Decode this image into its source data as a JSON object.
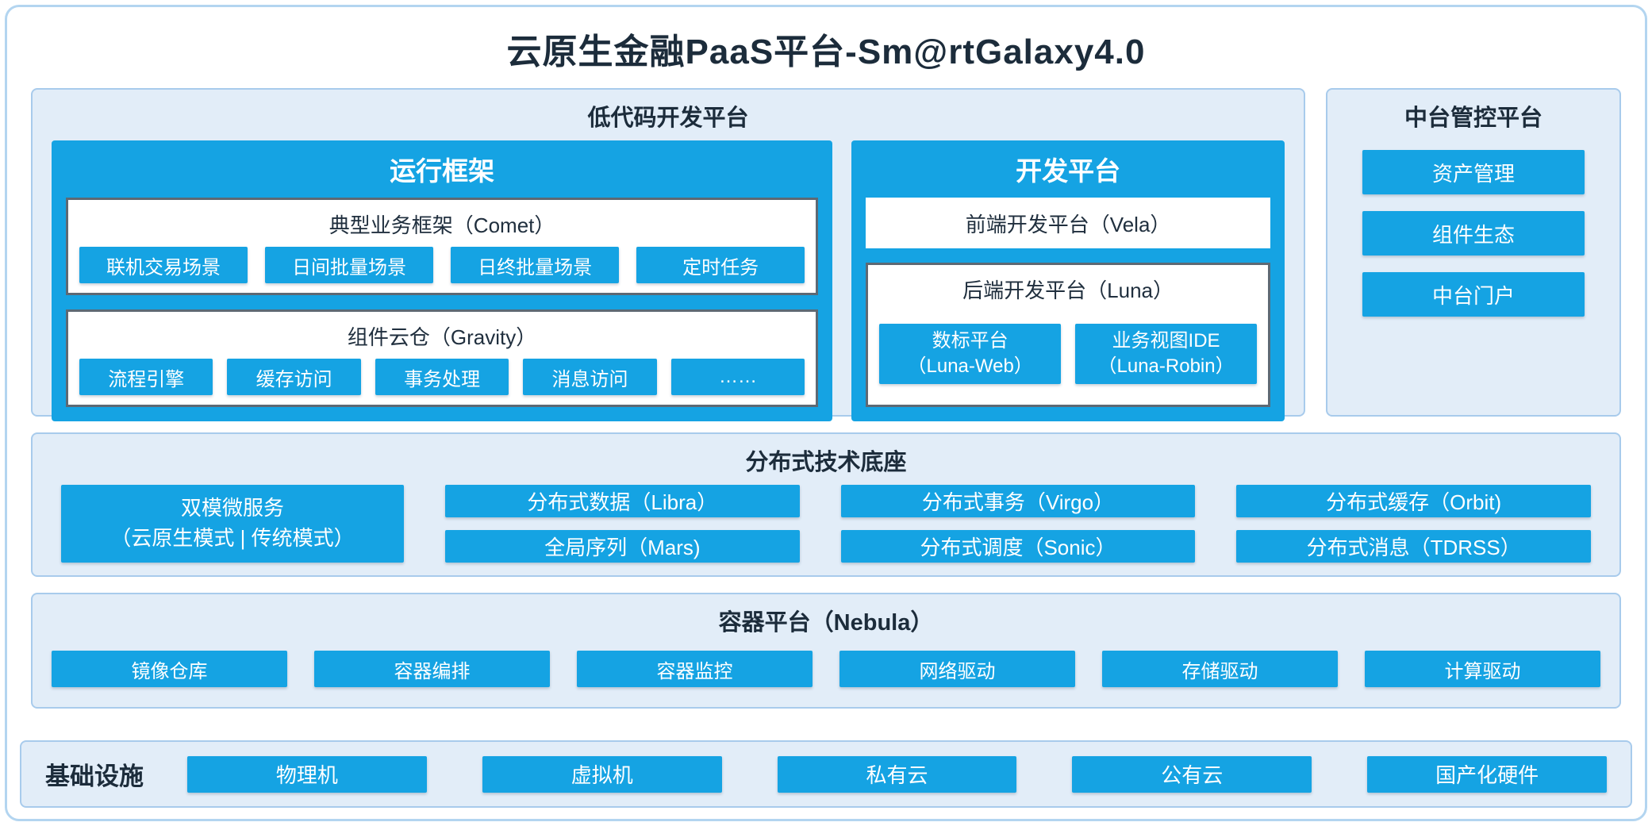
{
  "title": "云原生金融PaaS平台-Sm@rtGalaxy4.0",
  "colors": {
    "accent": "#15a3e3",
    "panel_bg": "#e2edf8",
    "panel_border": "#a8cbec",
    "page_border": "#b3d5f0",
    "dark_border": "#5d6974",
    "text_dark": "#1c2c3b"
  },
  "lowcode": {
    "title": "低代码开发平台",
    "runtime": {
      "title": "运行框架",
      "comet": {
        "title": "典型业务框架（Comet）",
        "items": [
          "联机交易场景",
          "日间批量场景",
          "日终批量场景",
          "定时任务"
        ]
      },
      "gravity": {
        "title": "组件云仓（Gravity）",
        "items": [
          "流程引擎",
          "缓存访问",
          "事务处理",
          "消息访问",
          "……"
        ]
      }
    },
    "dev": {
      "title": "开发平台",
      "vela": "前端开发平台（Vela）",
      "luna": {
        "title": "后端开发平台（Luna）",
        "items": [
          {
            "line1": "数标平台",
            "line2": "（Luna-Web）"
          },
          {
            "line1": "业务视图IDE",
            "line2": "（Luna-Robin）"
          }
        ]
      }
    }
  },
  "midplatform": {
    "title": "中台管控平台",
    "items": [
      "资产管理",
      "组件生态",
      "中台门户"
    ]
  },
  "distributed": {
    "title": "分布式技术底座",
    "dual": {
      "line1": "双模微服务",
      "line2": "（云原生模式 | 传统模式）"
    },
    "row1": [
      "分布式数据（Libra）",
      "分布式事务（Virgo）",
      "分布式缓存（Orbit)"
    ],
    "row2": [
      "全局序列（Mars)",
      "分布式调度（Sonic）",
      "分布式消息（TDRSS）"
    ]
  },
  "container": {
    "title": "容器平台（Nebula）",
    "items": [
      "镜像仓库",
      "容器编排",
      "容器监控",
      "网络驱动",
      "存储驱动",
      "计算驱动"
    ]
  },
  "infra": {
    "title": "基础设施",
    "items": [
      "物理机",
      "虚拟机",
      "私有云",
      "公有云",
      "国产化硬件"
    ]
  }
}
